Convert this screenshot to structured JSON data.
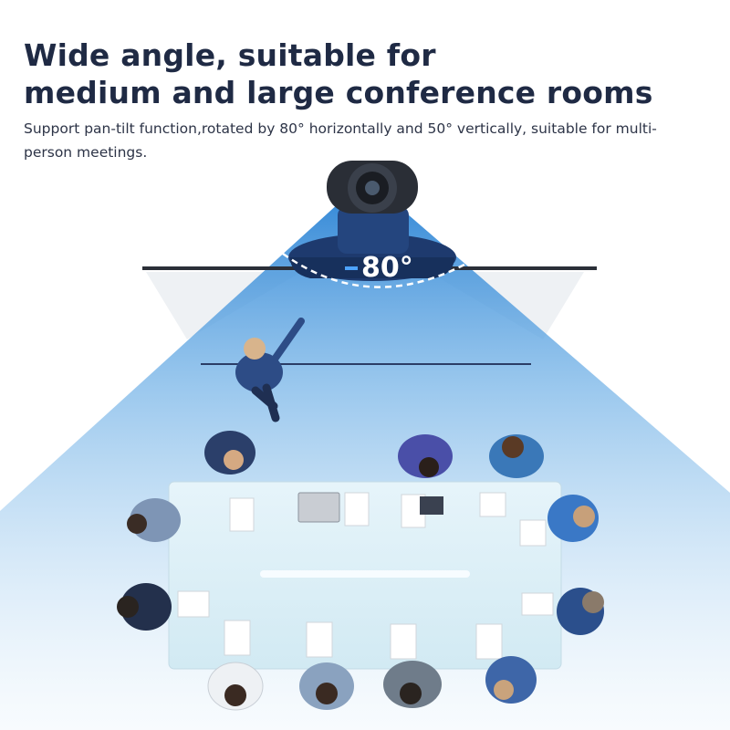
{
  "heading": {
    "line1": "Wide angle, suitable for",
    "line2": "medium and large conference rooms"
  },
  "description": "Support pan-tilt function,rotated by 80° horizontally and 50° vertically, suitable for multi-person meetings.",
  "camera": {
    "angle_label": "80°",
    "icon": "ptz-camera-icon"
  },
  "colors": {
    "heading": "#1f2a44",
    "beam": "#3d8fd9",
    "camera_body": "#1e3a6e",
    "table": "#dbeef6"
  }
}
